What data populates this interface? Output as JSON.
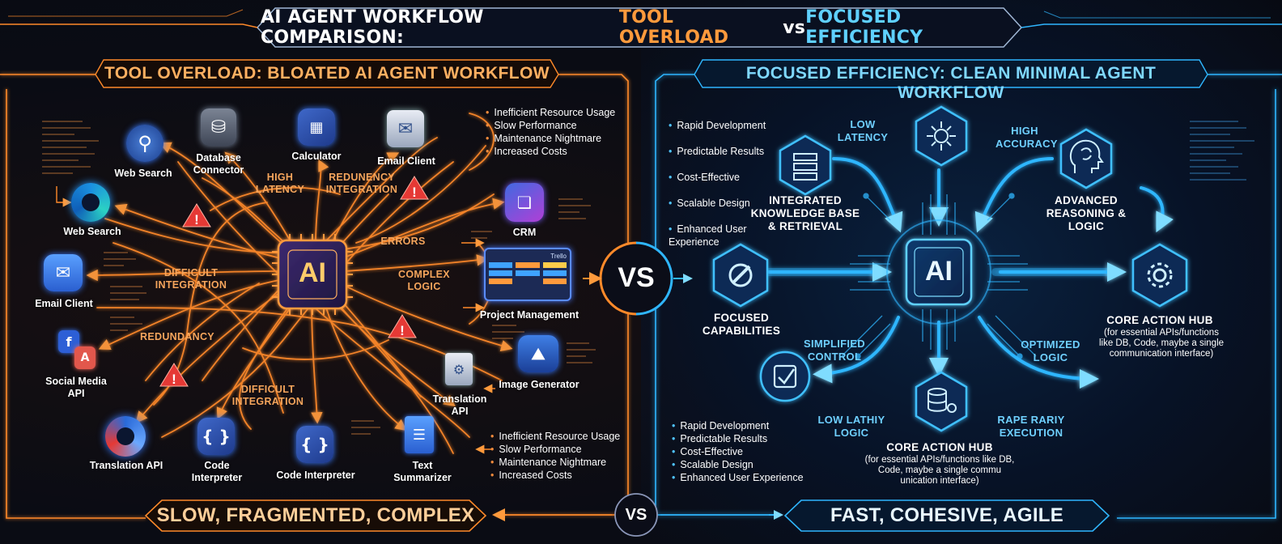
{
  "title": {
    "part1": "AI AGENT WORKFLOW COMPARISON: ",
    "part2": "TOOL OVERLOAD",
    "part3": " vs ",
    "part4": "FOCUSED EFFICIENCY"
  },
  "left": {
    "heading": "TOOL OVERLOAD: BLOATED AI AGENT WORKFLOW",
    "center": "AI",
    "tools": {
      "web_search_1": "Web Search",
      "database": "Database\nConnector",
      "calculator": "Calculator",
      "email_top": "Email Client",
      "web_search_2": "Web Search",
      "crm": "CRM",
      "email_left": "Email Client",
      "project_mgmt": "Project Management",
      "project_mgmt_tag": "Trello",
      "social": "Social Media\nAPI",
      "image_gen": "Image Generator",
      "translation_right": "Translation\nAPI",
      "translation_left": "Translation API",
      "code_1": "Code\nInterpreter",
      "code_2": "Code Interpreter",
      "text_sum": "Text\nSummarizer"
    },
    "annotations": {
      "high_latency": "HIGH\nLATENCY",
      "redundancy_integration": "REDUNENCY\nINTEGRATION",
      "errors": "ERRORS",
      "difficult_1": "DIFFICULT\nINTEGRATION",
      "complex_logic": "COMPLEX\nLOGIC",
      "redundancy": "REDUNDANCY",
      "difficult_2": "DIFFICULT\nINTEGRATION"
    },
    "bullets_top": [
      "Inefficient Resource Usage",
      "Slow Performance",
      "Maintenance Nightmare",
      "Increased Costs"
    ],
    "bullets_bottom": [
      "Inefficient Resource Usage",
      "Slow Performance",
      "Maintenance Nightmare",
      "Increased Costs"
    ],
    "footer": "SLOW, FRAGMENTED, COMPLEX"
  },
  "vs_center": "VS",
  "vs_bottom": "VS",
  "right": {
    "heading": "FOCUSED EFFICIENCY: CLEAN MINIMAL AGENT WORKFLOW",
    "center": "AI",
    "bullets_top": [
      "Rapid Development",
      "Predictable Results",
      "Cost-Effective",
      "Scalable Design",
      "Enhanced User\nExperience"
    ],
    "bullets_bottom": [
      "Rapid Development",
      "Predictable Results",
      "Cost-Effective",
      "Scalable Design",
      "Enhanced User Experience"
    ],
    "nodes": {
      "knowledge": "INTEGRATED\nKNOWLEDGE BASE\n& RETRIEVAL",
      "reasoning": "ADVANCED\nREASONING &\nLOGIC",
      "focused": "FOCUSED\nCAPABILITIES",
      "core_right_title": "CORE ACTION HUB",
      "core_right_sub": "(for essential APIs/functions\nlike DB, Code, maybe a single\ncommunication interface)",
      "core_bottom_title": "CORE ACTION HUB",
      "core_bottom_sub": "(for essential APIs/functions like DB,\nCode, maybe a single commu\nunication interface)"
    },
    "annotations": {
      "low_latency": "LOW\nLATENCY",
      "high_accuracy": "HIGH\nACCURACY",
      "simplified": "SIMPLIFIED\nCONTROL",
      "optimized": "OPTIMIZED\nLOGIC",
      "low_lathiy": "LOW LATHIY\nLOGIC",
      "rape_rariy": "RAPE RARIY\nEXECUTION"
    },
    "footer": "FAST, COHESIVE, AGILE"
  },
  "colors": {
    "orange": "#ff8a2a",
    "blue": "#2fb6ff",
    "bg": "#070b14"
  },
  "icons": [
    "magnifier-icon",
    "database-icon",
    "calculator-icon",
    "envelope-icon",
    "browser-globe-icon",
    "crm-app-icon",
    "kanban-board-icon",
    "social-media-icon",
    "image-icon",
    "document-gear-icon",
    "swirl-logo-icon",
    "code-braces-icon",
    "document-icon",
    "warning-icon",
    "ai-chip-icon",
    "layers-icon",
    "brain-head-icon",
    "gear-icon",
    "network-hub-icon",
    "checkbox-icon",
    "database-cogs-icon",
    "tool-icon"
  ]
}
